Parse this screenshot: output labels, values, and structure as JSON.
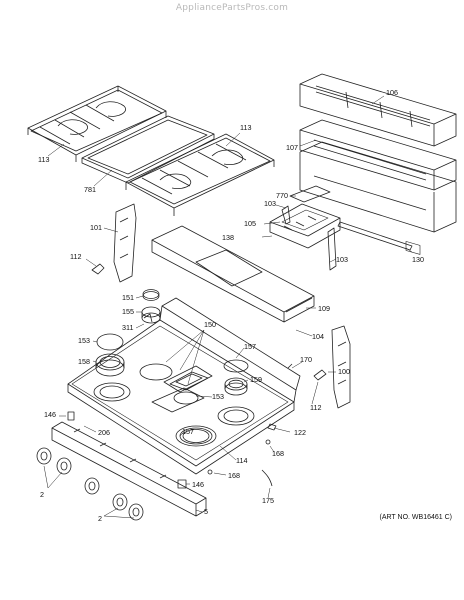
{
  "watermark": "AppliancePartsPros.com",
  "art_number": "(ART NO. WB16461 C)",
  "labels": [
    "113",
    "113",
    "781",
    "106",
    "107",
    "770",
    "103",
    "105",
    "138",
    "103",
    "130",
    "101",
    "112",
    "151",
    "155",
    "311",
    "109",
    "104",
    "153",
    "158",
    "150",
    "157",
    "159",
    "170",
    "100",
    "112",
    "153",
    "146",
    "206",
    "157",
    "122",
    "168",
    "114",
    "2",
    "146",
    "168",
    "175",
    "2",
    "5"
  ]
}
